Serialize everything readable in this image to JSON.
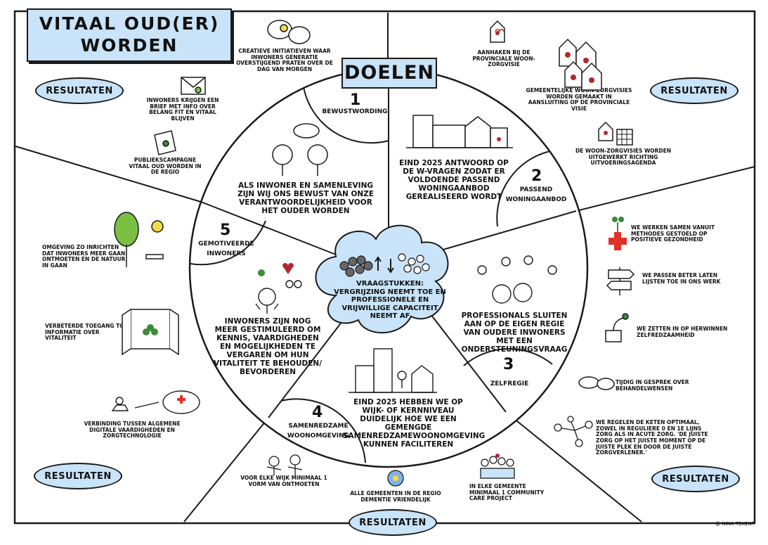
{
  "title": {
    "line1": "VITAAL OUD(ER)",
    "line2": "WORDEN"
  },
  "doelen_label": "DOELEN",
  "resultaten_label": "RESULTATEN",
  "center": {
    "text": "VRAAGSTUKKEN: VERGRIJZING NEEMT TOE EN PROFESSIONELE EN VRIJWILLIGE CAPACITEIT NEEMT AF"
  },
  "segments": [
    {
      "number": "1",
      "label": "BEWUSTWORDING",
      "goal": "ALS INWONER EN SAMENLEVING ZIJN WIJ ONS BEWUST VAN ONZE VERANTWOORDELIJKHEID VOOR HET OUDER WORDEN"
    },
    {
      "number": "2",
      "label": "PASSEND WONINGAANBOD",
      "goal": "EIND 2025 ANTWOORD OP DE W-VRAGEN ZODAT ER VOLDOENDE PASSEND WONINGAANBOD GEREALISEERD WORDT"
    },
    {
      "number": "3",
      "label": "ZELFREGIE",
      "goal": "PROFESSIONALS SLUITEN AAN OP DE EIGEN REGIE VAN OUDERE INWONERS MET EEN ONDERSTEUNINGSVRAAG"
    },
    {
      "number": "4",
      "label": "SAMENREDZAME WOONOMGEVING",
      "goal": "EIND 2025 HEBBEN WE OP WIJK- OF KERNNIVEAU DUIDELIJK HOE WE EEN GEMENGDE SAMENREDZAMEWOONOMGEVING KUNNEN FACILITEREN"
    },
    {
      "number": "5",
      "label": "GEMOTIVEERDE INWONERS",
      "goal": "INWONERS ZIJN NOG MEER GESTIMULEERD OM KENNIS, VAARDIGHEDEN EN MOGELIJKHEDEN TE VERGAREN OM HUN VITALITEIT TE BEHOUDEN/ BEVORDEREN"
    }
  ],
  "results": {
    "r1": "CREATIEVE INITIATIEVEN WAAR INWONERS GENERATIE OVERSTIJGEND PRATEN OVER DE DAG VAN MORGEN",
    "r2": "INWONERS KRIJGEN EEN BRIEF MET INFO OVER BELANG FIT EN VITAAL BLIJVEN",
    "r3": "PUBLIEKSCAMPAGNE VITAAL OUD WORDEN IN DE REGIO",
    "r4": "AANHAKEN BIJ DE PROVINCIALE WOON-ZORGVISIE",
    "r5": "GEMEENTELIJKE WOON-ZORGVISIES WORDEN GEMAAKT IN AANSLUITING OP DE PROVINCIALE VISIE",
    "r6": "DE WOON-ZORGVISIES WORDEN UITGEWERKT RICHTING UITVOERINGSAGENDA",
    "r7": "WE WERKEN SAMEN VANUIT METHODES GESTOELD OP POSITIEVE GEZONDHEID",
    "r8": "WE PASSEN BETER LATEN LIJSTEN TOE IN ONS WERK",
    "r9": "WE ZETTEN IN OP HERWINNEN ZELFREDZAAMHEID",
    "r10": "TIJDIG IN GESPREK OVER BEHANDELWENSEN",
    "r11": "WE REGELEN DE KETEN OPTIMAAL, ZOWEL IN REGULIERE 0 EN 1E LIJNS ZORG ALS IN ACUTE ZORG. 'DE JUISTE ZORG OP HET JUISTE MOMENT OP DE JUISTE PLEK EN DOOR DE JUISTE ZORGVERLENER.'",
    "r12": "IN ELKE GEMEENTE MINIMAAL 1 COMMUNITY CARE PROJECT",
    "r13": "ALLE GEMEENTEN IN DE REGIO DEMENTIE VRIENDELIJK",
    "r14": "VOOR ELKE WIJK MINIMAAL 1 VORM VAN ONTMOETEN",
    "r15": "VERBINDING TUSSEN ALGEMENE DIGITALE VAARDIGHEDEN EN ZORGTECHNOLOGIE",
    "r16": "VERBETERDE TOEGANG TOT INFORMATIE OVER VITALITEIT",
    "r17": "OMGEVING ZO INRICHTEN DAT INWONERS MEER GAAN ONTMOETEN EN DE NATUUR IN GAAN"
  },
  "credit": "@ NINA TEKENT",
  "colors": {
    "accent": "#c9e3f8",
    "outline": "#1a1a1a",
    "heart": "#b0282e",
    "cross": "#e0312c",
    "leaf": "#3d8a3a"
  }
}
